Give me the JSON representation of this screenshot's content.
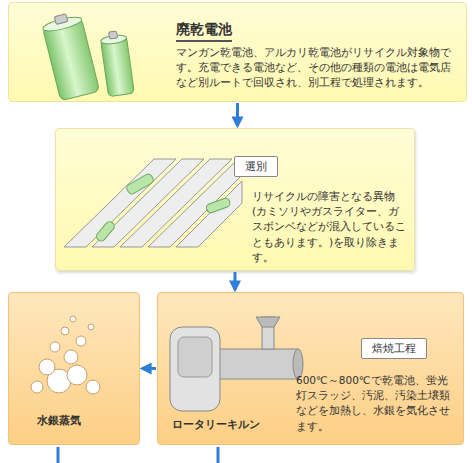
{
  "diagram": {
    "nodes": [
      {
        "text": [
          "廃乾電池",
          "マンガン乾電池、アルカリ乾電池がリサイクル対象物です。充電できる電池など、その他の種類の電池は電気店など別ルートで回収され、別工程で処理されます。"
        ]
      },
      {
        "text": [
          "選別",
          "リサイクルの障害となる異物(カミソリやガスライター、ガスボンベなどが混入していることもあります。)を取り除きます。"
        ]
      },
      {
        "text": [
          "焙焼工程",
          "600℃～800℃で乾電池、蛍光灯スラッジ、汚泥、汚染土壌類などを加熱し、水銀を気化させます。",
          "ロータリーキルン"
        ]
      },
      {
        "text": [
          "水銀蒸気"
        ]
      }
    ],
    "edges": [
      {
        "from": 0,
        "to": 1,
        "arrow": "to"
      },
      {
        "from": 1,
        "to": 2,
        "arrow": "to"
      },
      {
        "from": 2,
        "to": 3,
        "arrow": "to"
      }
    ]
  }
}
